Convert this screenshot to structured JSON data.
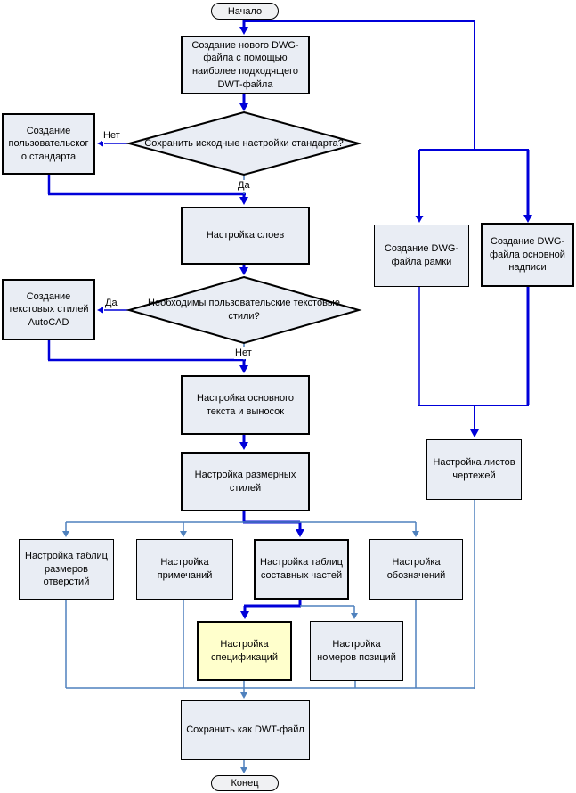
{
  "colors": {
    "main_flow": "#0000D9",
    "secondary_flow": "#4F81BD",
    "node_fill": "#E9EDF4",
    "highlight_fill": "#FFFFCC",
    "terminal_fill": "#F0F1F3",
    "border": "#000000"
  },
  "flowchart": {
    "start": "Начало",
    "end": "Конец",
    "decisions": {
      "keep_standard_q": "Сохранить исходные настройки стандарта?",
      "text_styles_q": "Необходимы пользовательские текстовые стили?"
    },
    "steps": {
      "create_new_dwg": "Создание нового DWG-файла с помощью наиболее подходящего DWT-файла",
      "custom_standard": "Создание пользовательского стандарта",
      "layers_setup": "Настройка слоев",
      "autocad_text_styles": "Создание текстовых стилей AutoCAD",
      "base_text_setup": "Настройка основного текста и выносок",
      "dim_styles_setup": "Настройка размерных стилей",
      "hole_tables_setup": "Настройка таблиц размеров отверстий",
      "notes_setup": "Настройка примечаний",
      "parts_tables_setup": "Настройка таблиц составных частей",
      "symbols_setup": "Настройка обозначений",
      "specs_setup": "Настройка спецификаций",
      "item_numbers_setup": "Настройка номеров позиций",
      "save_dwt": "Сохранить как DWT-файл",
      "frame_dwg": "Создание DWG-файла рамки",
      "title_block_dwg": "Создание DWG-файла основной надписи",
      "sheets_setup": "Настройка листов чертежей"
    },
    "edge_labels": {
      "q1_no": "Нет",
      "q1_yes": "Да",
      "q2_yes": "Да",
      "q2_no": "Нет"
    }
  }
}
